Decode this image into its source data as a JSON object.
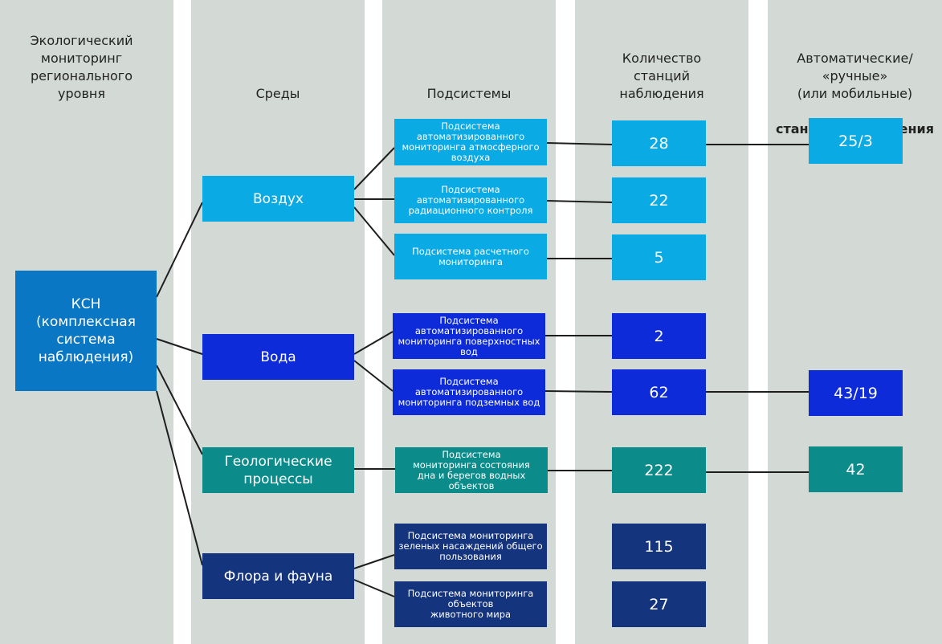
{
  "headers": {
    "col1": "Экологический\nмониторинг\nрегионального\nуровня",
    "col2": "Среды",
    "col3": "Подсистемы",
    "col4": "Количество\nстанций\nнаблюдения",
    "col5_top": "Автоматические/\n«ручные»\n(или мобильные)",
    "col5_bottom": "станции наблюдения"
  },
  "root": {
    "label": "КСН\n(комплексная\nсистема\nнаблюдения)"
  },
  "environments": [
    {
      "label": "Воздух"
    },
    {
      "label": "Вода"
    },
    {
      "label": "Геологические\nпроцессы"
    },
    {
      "label": "Флора и фауна"
    }
  ],
  "subsystems": [
    {
      "label": "Подсистема\nавтоматизированного\nмониторинга атмосферного\nвоздуха",
      "stations": "28",
      "auto_manual": "25/3"
    },
    {
      "label": "Подсистема\nавтоматизированного\nрадиационного контроля",
      "stations": "22",
      "auto_manual": ""
    },
    {
      "label": "Подсистема расчетного\nмониторинга",
      "stations": "5",
      "auto_manual": ""
    },
    {
      "label": "Подсистема\nавтоматизированного\nмониторинга поверхностных вод",
      "stations": "2",
      "auto_manual": ""
    },
    {
      "label": "Подсистема\nавтоматизированного\nмониторинга подземных вод",
      "stations": "62",
      "auto_manual": "43/19"
    },
    {
      "label": "Подсистема\nмониторинга состояния\nдна и берегов водных объектов",
      "stations": "222",
      "auto_manual": "42"
    },
    {
      "label": "Подсистема мониторинга\nзеленых насаждений общего\nпользования",
      "stations": "115",
      "auto_manual": ""
    },
    {
      "label": "Подсистема мониторинга\nобъектов\nживотного мира",
      "stations": "27",
      "auto_manual": ""
    }
  ],
  "colors": {
    "background_columns": "#d3dad5",
    "ksn": "#0a77c4",
    "air": "#0aaae5",
    "water": "#0d2bd9",
    "geology": "#0b8c8b",
    "flora_fauna": "#15347e"
  }
}
